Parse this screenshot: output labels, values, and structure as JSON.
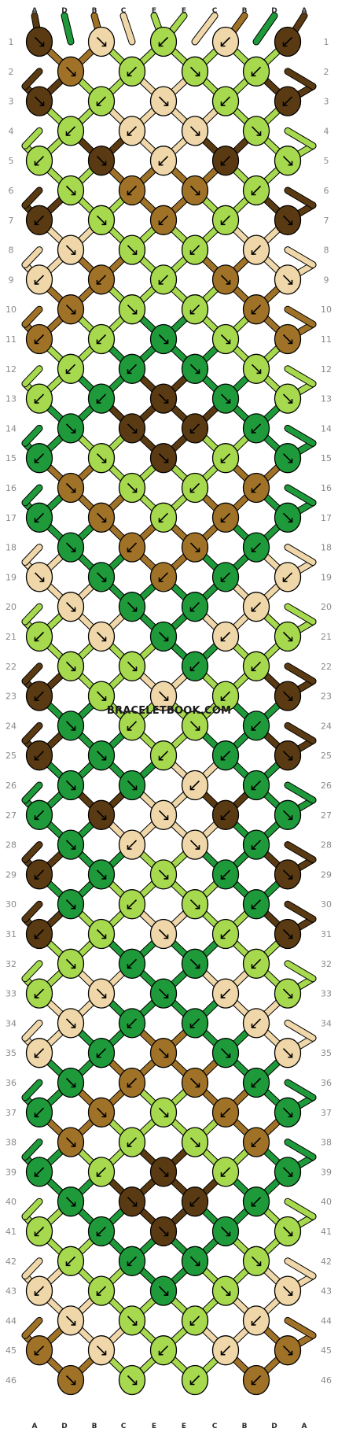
{
  "watermark": "BRACELETBOOK.COM",
  "colors": {
    "A": "#5a3a12",
    "B": "#a07228",
    "C": "#efd7a9",
    "D": "#1e9a3a",
    "E": "#a6d94e"
  },
  "strand_letters": [
    "A",
    "D",
    "B",
    "C",
    "E",
    "E",
    "C",
    "B",
    "D",
    "A"
  ],
  "row_numbers": [
    1,
    2,
    3,
    4,
    5,
    6,
    7,
    8,
    9,
    10,
    11,
    12,
    13,
    14,
    15,
    16,
    17,
    18,
    19,
    20,
    21,
    22,
    23,
    24,
    25,
    26,
    27,
    28,
    29,
    30,
    31,
    32,
    33,
    34,
    35,
    36,
    37,
    38,
    39,
    40,
    41,
    42,
    43,
    44,
    45,
    46
  ],
  "rows": [
    [
      [
        "A",
        "R"
      ],
      [
        "C",
        "R"
      ],
      [
        "E",
        "L"
      ],
      [
        "C",
        "L"
      ],
      [
        "A",
        "L"
      ]
    ],
    [
      [
        "B",
        "R"
      ],
      [
        "E",
        "L"
      ],
      [
        "E",
        "R"
      ],
      [
        "E",
        "L"
      ]
    ],
    [
      [
        "A",
        "R"
      ],
      [
        "E",
        "L"
      ],
      [
        "C",
        "R"
      ],
      [
        "E",
        "L"
      ],
      [
        "A",
        "L"
      ]
    ],
    [
      [
        "E",
        "L"
      ],
      [
        "C",
        "L"
      ],
      [
        "C",
        "R"
      ],
      [
        "E",
        "R"
      ]
    ],
    [
      [
        "E",
        "L"
      ],
      [
        "A",
        "R"
      ],
      [
        "C",
        "L"
      ],
      [
        "A",
        "L"
      ],
      [
        "E",
        "R"
      ]
    ],
    [
      [
        "E",
        "R"
      ],
      [
        "B",
        "L"
      ],
      [
        "B",
        "R"
      ],
      [
        "E",
        "L"
      ]
    ],
    [
      [
        "A",
        "L"
      ],
      [
        "E",
        "R"
      ],
      [
        "B",
        "L"
      ],
      [
        "E",
        "L"
      ],
      [
        "A",
        "R"
      ]
    ],
    [
      [
        "C",
        "R"
      ],
      [
        "E",
        "R"
      ],
      [
        "E",
        "L"
      ],
      [
        "C",
        "L"
      ]
    ],
    [
      [
        "C",
        "L"
      ],
      [
        "B",
        "L"
      ],
      [
        "E",
        "L"
      ],
      [
        "B",
        "R"
      ],
      [
        "C",
        "R"
      ]
    ],
    [
      [
        "B",
        "R"
      ],
      [
        "E",
        "R"
      ],
      [
        "E",
        "L"
      ],
      [
        "B",
        "L"
      ]
    ],
    [
      [
        "B",
        "L"
      ],
      [
        "E",
        "L"
      ],
      [
        "D",
        "R"
      ],
      [
        "E",
        "R"
      ],
      [
        "B",
        "R"
      ]
    ],
    [
      [
        "E",
        "L"
      ],
      [
        "D",
        "L"
      ],
      [
        "D",
        "R"
      ],
      [
        "E",
        "R"
      ]
    ],
    [
      [
        "E",
        "L"
      ],
      [
        "D",
        "L"
      ],
      [
        "A",
        "R"
      ],
      [
        "D",
        "R"
      ],
      [
        "E",
        "R"
      ]
    ],
    [
      [
        "D",
        "R"
      ],
      [
        "A",
        "R"
      ],
      [
        "A",
        "L"
      ],
      [
        "D",
        "L"
      ]
    ],
    [
      [
        "D",
        "L"
      ],
      [
        "E",
        "R"
      ],
      [
        "A",
        "R"
      ],
      [
        "E",
        "L"
      ],
      [
        "D",
        "R"
      ]
    ],
    [
      [
        "B",
        "R"
      ],
      [
        "E",
        "R"
      ],
      [
        "E",
        "L"
      ],
      [
        "B",
        "L"
      ]
    ],
    [
      [
        "D",
        "L"
      ],
      [
        "B",
        "R"
      ],
      [
        "E",
        "L"
      ],
      [
        "B",
        "L"
      ],
      [
        "D",
        "R"
      ]
    ],
    [
      [
        "D",
        "R"
      ],
      [
        "B",
        "L"
      ],
      [
        "B",
        "R"
      ],
      [
        "D",
        "L"
      ]
    ],
    [
      [
        "C",
        "R"
      ],
      [
        "D",
        "R"
      ],
      [
        "B",
        "L"
      ],
      [
        "D",
        "L"
      ],
      [
        "C",
        "L"
      ]
    ],
    [
      [
        "C",
        "R"
      ],
      [
        "D",
        "R"
      ],
      [
        "D",
        "L"
      ],
      [
        "C",
        "L"
      ]
    ],
    [
      [
        "E",
        "L"
      ],
      [
        "C",
        "R"
      ],
      [
        "D",
        "R"
      ],
      [
        "C",
        "L"
      ],
      [
        "E",
        "R"
      ]
    ],
    [
      [
        "E",
        "R"
      ],
      [
        "E",
        "R"
      ],
      [
        "D",
        "L"
      ],
      [
        "E",
        "L"
      ]
    ],
    [
      [
        "A",
        "L"
      ],
      [
        "E",
        "R"
      ],
      [
        "C",
        "R"
      ],
      [
        "E",
        "L"
      ],
      [
        "A",
        "R"
      ]
    ],
    [
      [
        "D",
        "R"
      ],
      [
        "E",
        "L"
      ],
      [
        "E",
        "R"
      ],
      [
        "D",
        "L"
      ]
    ],
    [
      [
        "A",
        "L"
      ],
      [
        "D",
        "R"
      ],
      [
        "E",
        "L"
      ],
      [
        "D",
        "L"
      ],
      [
        "A",
        "R"
      ]
    ],
    [
      [
        "D",
        "R"
      ],
      [
        "D",
        "R"
      ],
      [
        "C",
        "L"
      ],
      [
        "D",
        "L"
      ]
    ],
    [
      [
        "D",
        "L"
      ],
      [
        "A",
        "R"
      ],
      [
        "C",
        "R"
      ],
      [
        "A",
        "L"
      ],
      [
        "D",
        "R"
      ]
    ],
    [
      [
        "D",
        "R"
      ],
      [
        "C",
        "L"
      ],
      [
        "C",
        "R"
      ],
      [
        "D",
        "L"
      ]
    ],
    [
      [
        "A",
        "L"
      ],
      [
        "D",
        "R"
      ],
      [
        "E",
        "R"
      ],
      [
        "D",
        "L"
      ],
      [
        "A",
        "R"
      ]
    ],
    [
      [
        "D",
        "R"
      ],
      [
        "E",
        "L"
      ],
      [
        "E",
        "R"
      ],
      [
        "D",
        "L"
      ]
    ],
    [
      [
        "A",
        "L"
      ],
      [
        "E",
        "R"
      ],
      [
        "C",
        "R"
      ],
      [
        "E",
        "L"
      ],
      [
        "A",
        "R"
      ]
    ],
    [
      [
        "E",
        "R"
      ],
      [
        "D",
        "L"
      ],
      [
        "D",
        "R"
      ],
      [
        "E",
        "L"
      ]
    ],
    [
      [
        "E",
        "L"
      ],
      [
        "C",
        "R"
      ],
      [
        "D",
        "R"
      ],
      [
        "C",
        "L"
      ],
      [
        "E",
        "R"
      ]
    ],
    [
      [
        "C",
        "R"
      ],
      [
        "D",
        "L"
      ],
      [
        "D",
        "L"
      ],
      [
        "C",
        "L"
      ]
    ],
    [
      [
        "C",
        "L"
      ],
      [
        "D",
        "L"
      ],
      [
        "B",
        "R"
      ],
      [
        "D",
        "R"
      ],
      [
        "C",
        "R"
      ]
    ],
    [
      [
        "D",
        "R"
      ],
      [
        "B",
        "L"
      ],
      [
        "B",
        "R"
      ],
      [
        "D",
        "L"
      ]
    ],
    [
      [
        "D",
        "L"
      ],
      [
        "B",
        "R"
      ],
      [
        "E",
        "R"
      ],
      [
        "B",
        "L"
      ],
      [
        "D",
        "R"
      ]
    ],
    [
      [
        "B",
        "R"
      ],
      [
        "E",
        "L"
      ],
      [
        "E",
        "R"
      ],
      [
        "B",
        "L"
      ]
    ],
    [
      [
        "D",
        "L"
      ],
      [
        "E",
        "L"
      ],
      [
        "A",
        "R"
      ],
      [
        "E",
        "L"
      ],
      [
        "D",
        "R"
      ]
    ],
    [
      [
        "D",
        "R"
      ],
      [
        "A",
        "R"
      ],
      [
        "A",
        "L"
      ],
      [
        "D",
        "L"
      ]
    ],
    [
      [
        "E",
        "L"
      ],
      [
        "D",
        "L"
      ],
      [
        "A",
        "R"
      ],
      [
        "D",
        "R"
      ],
      [
        "E",
        "R"
      ]
    ],
    [
      [
        "E",
        "L"
      ],
      [
        "D",
        "L"
      ],
      [
        "D",
        "R"
      ],
      [
        "E",
        "R"
      ]
    ],
    [
      [
        "C",
        "L"
      ],
      [
        "E",
        "L"
      ],
      [
        "D",
        "R"
      ],
      [
        "E",
        "R"
      ],
      [
        "C",
        "R"
      ]
    ],
    [
      [
        "C",
        "R"
      ],
      [
        "E",
        "R"
      ],
      [
        "E",
        "L"
      ],
      [
        "C",
        "L"
      ]
    ],
    [
      [
        "B",
        "L"
      ],
      [
        "C",
        "R"
      ],
      [
        "E",
        "L"
      ],
      [
        "C",
        "L"
      ],
      [
        "B",
        "R"
      ]
    ],
    [
      [
        "B",
        "R"
      ],
      [
        "E",
        "R"
      ],
      [
        "E",
        "L"
      ],
      [
        "B",
        "L"
      ]
    ]
  ]
}
